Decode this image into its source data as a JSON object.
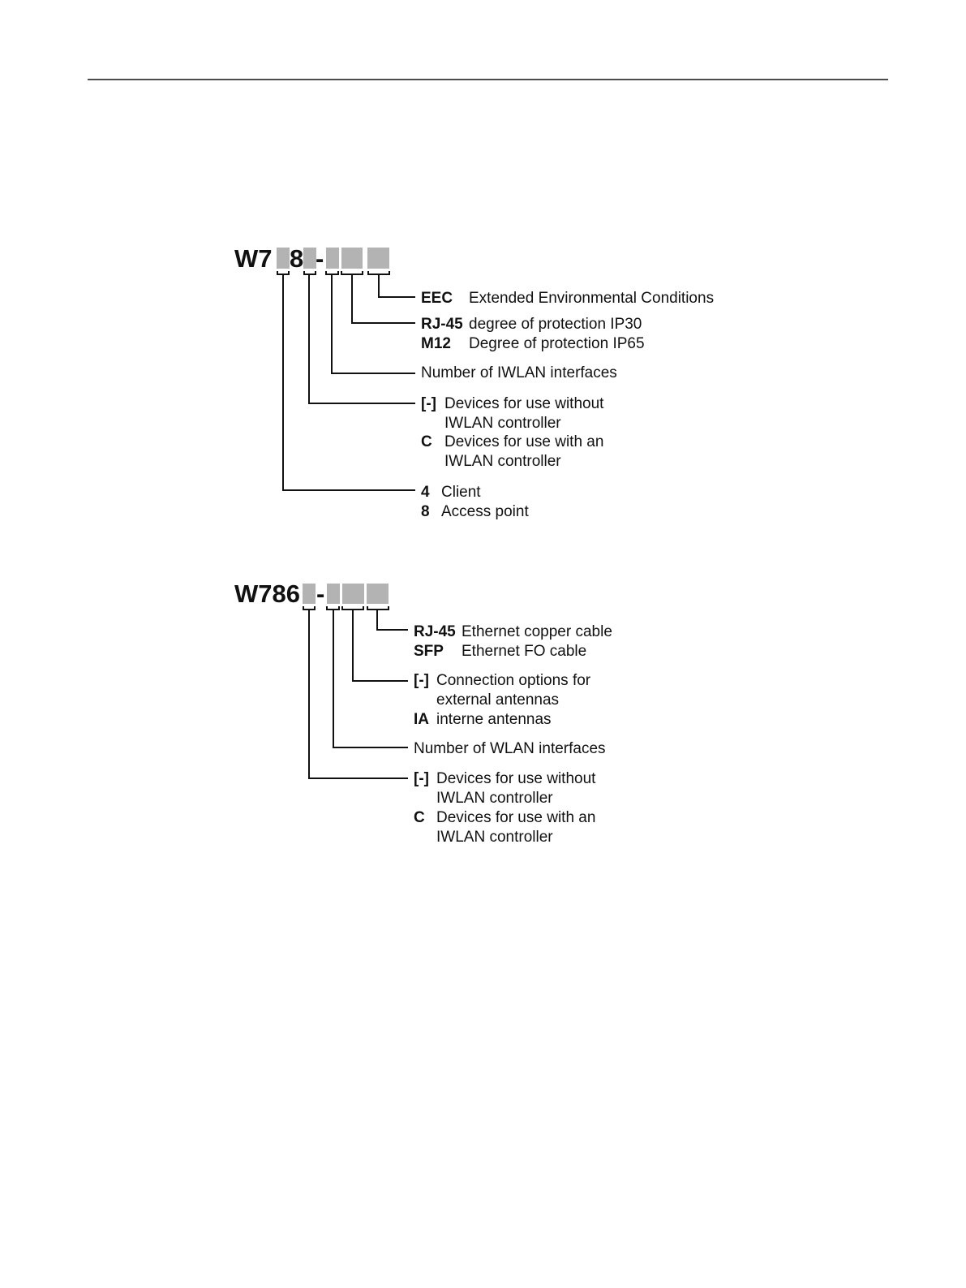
{
  "diagram1": {
    "code_prefix": "W7",
    "code_mid": "8",
    "code_dash": "-",
    "eec": {
      "key": "EEC",
      "text": "Extended Environmental Conditions"
    },
    "connector": [
      {
        "key": "RJ-45",
        "text": "degree of protection IP30"
      },
      {
        "key": "M12",
        "text": "Degree of protection IP65"
      }
    ],
    "interfaces": "Number of IWLAN interfaces",
    "controller": [
      {
        "key": "[-]",
        "line1": "Devices for use without",
        "line2": "IWLAN controller"
      },
      {
        "key": "C",
        "line1": "Devices for use with an",
        "line2": "IWLAN controller"
      }
    ],
    "type": [
      {
        "key": "4",
        "text": "Client"
      },
      {
        "key": "8",
        "text": "Access point"
      }
    ]
  },
  "diagram2": {
    "code_prefix": "W786",
    "code_dash": "-",
    "port": [
      {
        "key": "RJ-45",
        "text": "Ethernet copper cable"
      },
      {
        "key": "SFP",
        "text": "Ethernet FO cable"
      }
    ],
    "antenna": [
      {
        "key": "[-]",
        "line1": "Connection options for",
        "line2": "external antennas"
      },
      {
        "key": "IA",
        "line1": "interne antennas"
      }
    ],
    "interfaces": "Number of WLAN interfaces",
    "controller": [
      {
        "key": "[-]",
        "line1": "Devices for use without",
        "line2": "IWLAN controller"
      },
      {
        "key": "C",
        "line1": "Devices for use with an",
        "line2": "IWLAN controller"
      }
    ]
  }
}
